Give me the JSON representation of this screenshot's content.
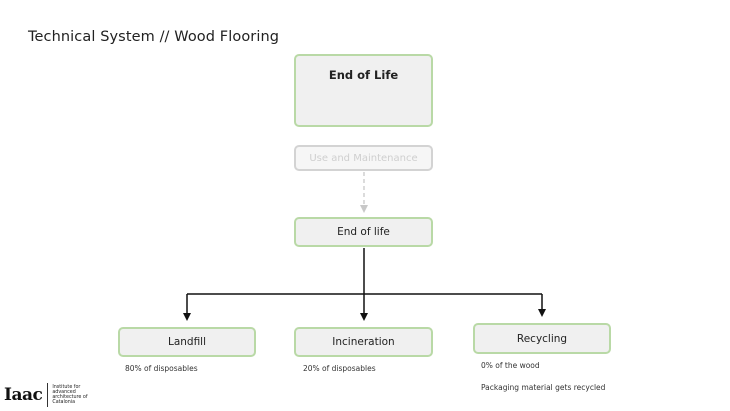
{
  "title": "Technical System // Wood Flooring",
  "nodes": {
    "top": "End of Life",
    "faded": "Use and Maintenance",
    "end_of_life": "End of life",
    "landfill": "Landfill",
    "incineration": "Incineration",
    "recycling": "Recycling"
  },
  "notes": {
    "landfill": "80% of disposables",
    "incineration": "20% of disposables",
    "recycling_1": "0% of the wood",
    "recycling_2": "Packaging material gets recycled"
  },
  "logo": {
    "mark": "Iaac",
    "text": "Institute for advanced architecture of Catalonia"
  },
  "colors": {
    "box_border": "#b9d9a6",
    "box_fill": "#f0f0f0",
    "faded_border": "#d3d3d3",
    "arrow": "#111111",
    "dashed_arrow": "#c8c8c8"
  }
}
